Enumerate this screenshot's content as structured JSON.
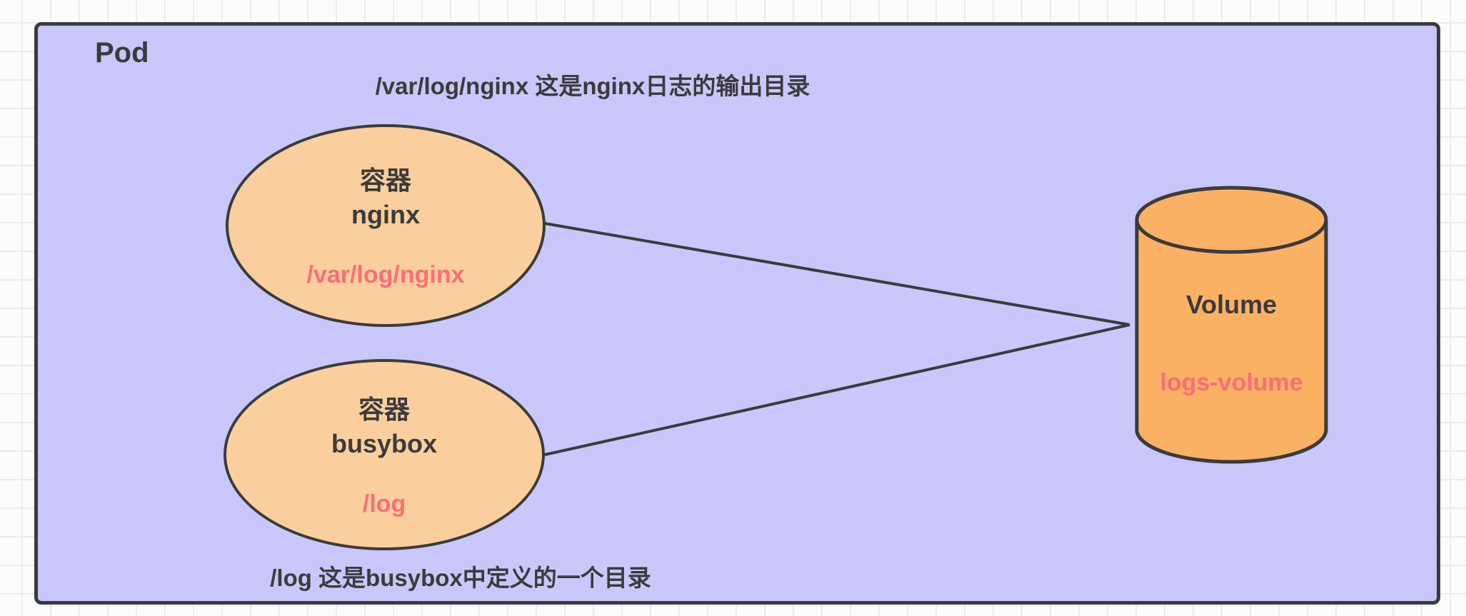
{
  "diagram": {
    "pod": {
      "label": "Pod"
    },
    "annotations": {
      "top": "/var/log/nginx 这是nginx日志的输出目录",
      "bottom": "/log 这是busybox中定义的一个目录"
    },
    "containers": [
      {
        "type_label": "容器",
        "name": "nginx",
        "mount_path": "/var/log/nginx"
      },
      {
        "type_label": "容器",
        "name": "busybox",
        "mount_path": "/log"
      }
    ],
    "volume": {
      "label": "Volume",
      "name": "logs-volume"
    },
    "colors": {
      "pod_fill": "#c9c7fa",
      "container_fill": "#fbcf9d",
      "volume_fill": "#fab164",
      "stroke": "#3b3b3b",
      "mount_path_text": "#fa6e78"
    }
  }
}
